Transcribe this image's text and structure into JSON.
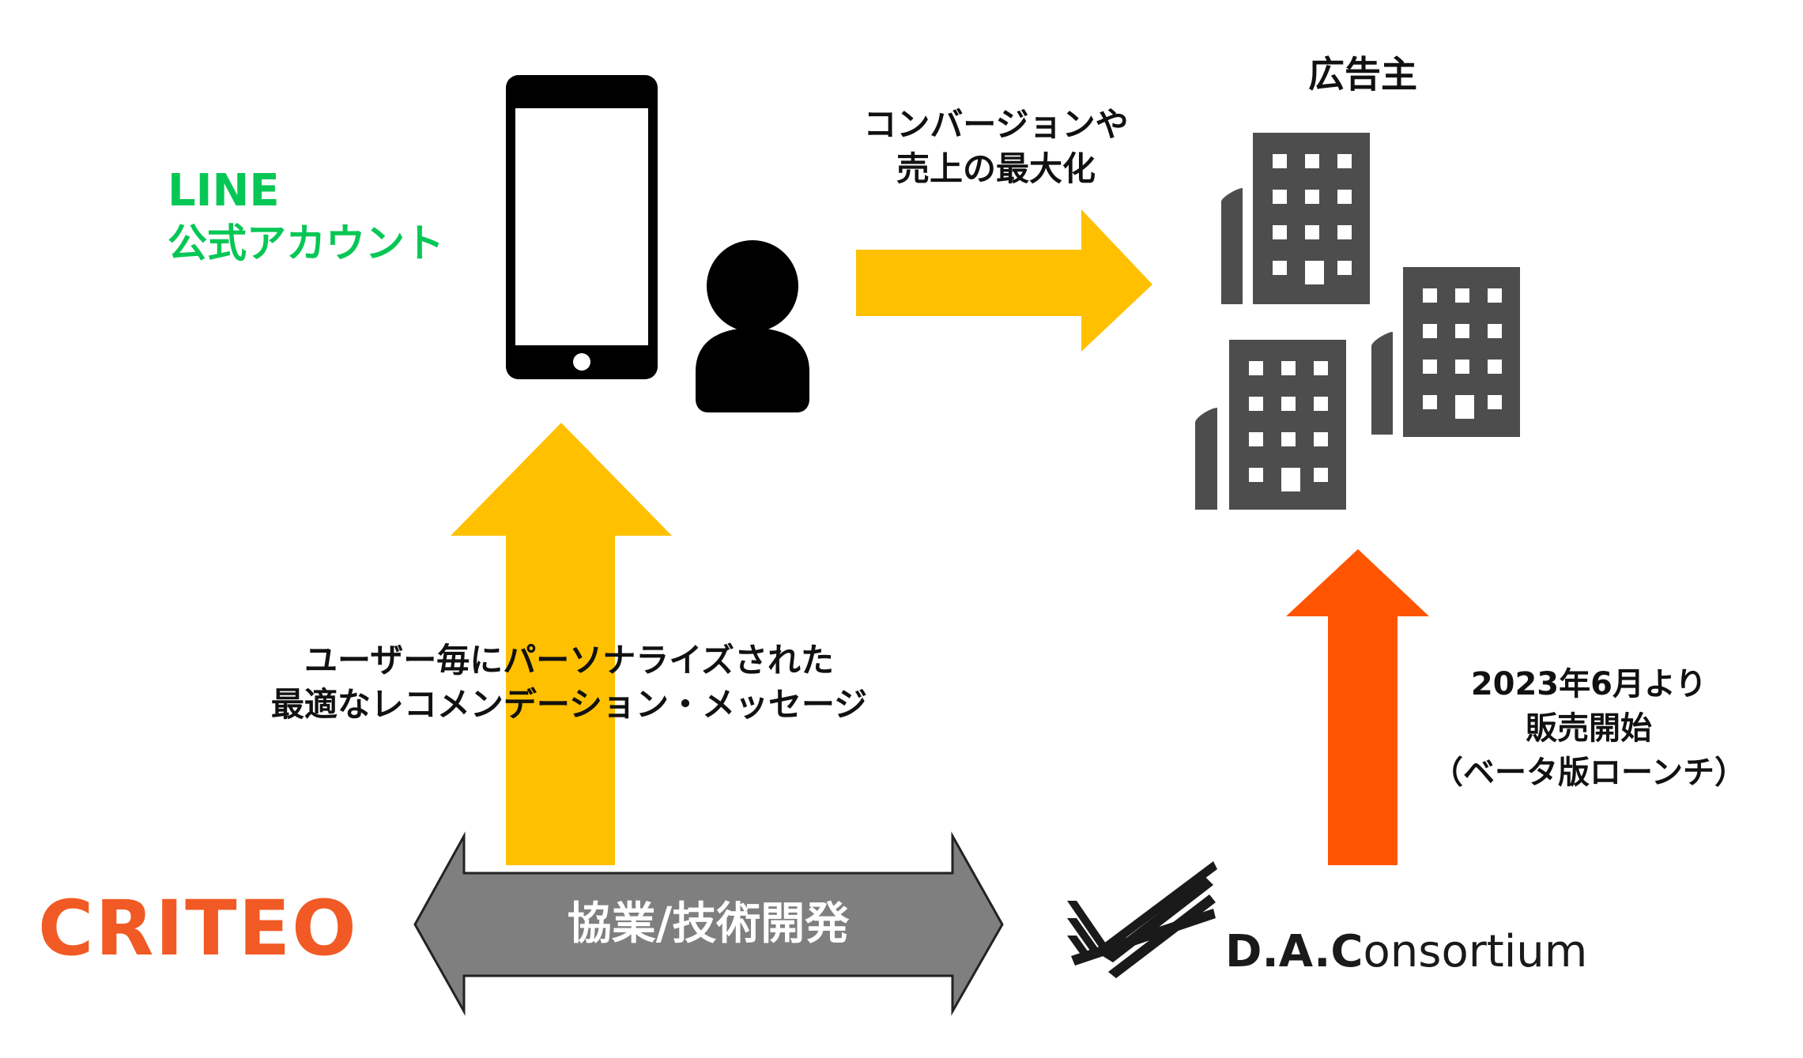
{
  "line": {
    "title": "LINE",
    "subtitle": "公式アカウント"
  },
  "advertiser": {
    "label": "広告主"
  },
  "conversion": {
    "line1": "コンバージョンや",
    "line2": "売上の最大化"
  },
  "recommendation": {
    "line1": "ユーザー毎にパーソナライズされた",
    "line2": "最適なレコメンデーション・メッセージ"
  },
  "collaboration": {
    "label": "協業/技術開発"
  },
  "launch": {
    "line1": "2023年6月より",
    "line2": "販売開始",
    "line3": "（ベータ版ローンチ）"
  },
  "criteo": {
    "logo_text": "CRITEO"
  },
  "dac": {
    "logo_prefix": "D.A.C",
    "logo_suffix": "onsortium"
  },
  "colors": {
    "yellow": "#ffc000",
    "orange": "#ff5500",
    "gray": "#7f7f7f",
    "line_green": "#06c755",
    "criteo_orange": "#f15a24",
    "building": "#4d4d4d"
  }
}
